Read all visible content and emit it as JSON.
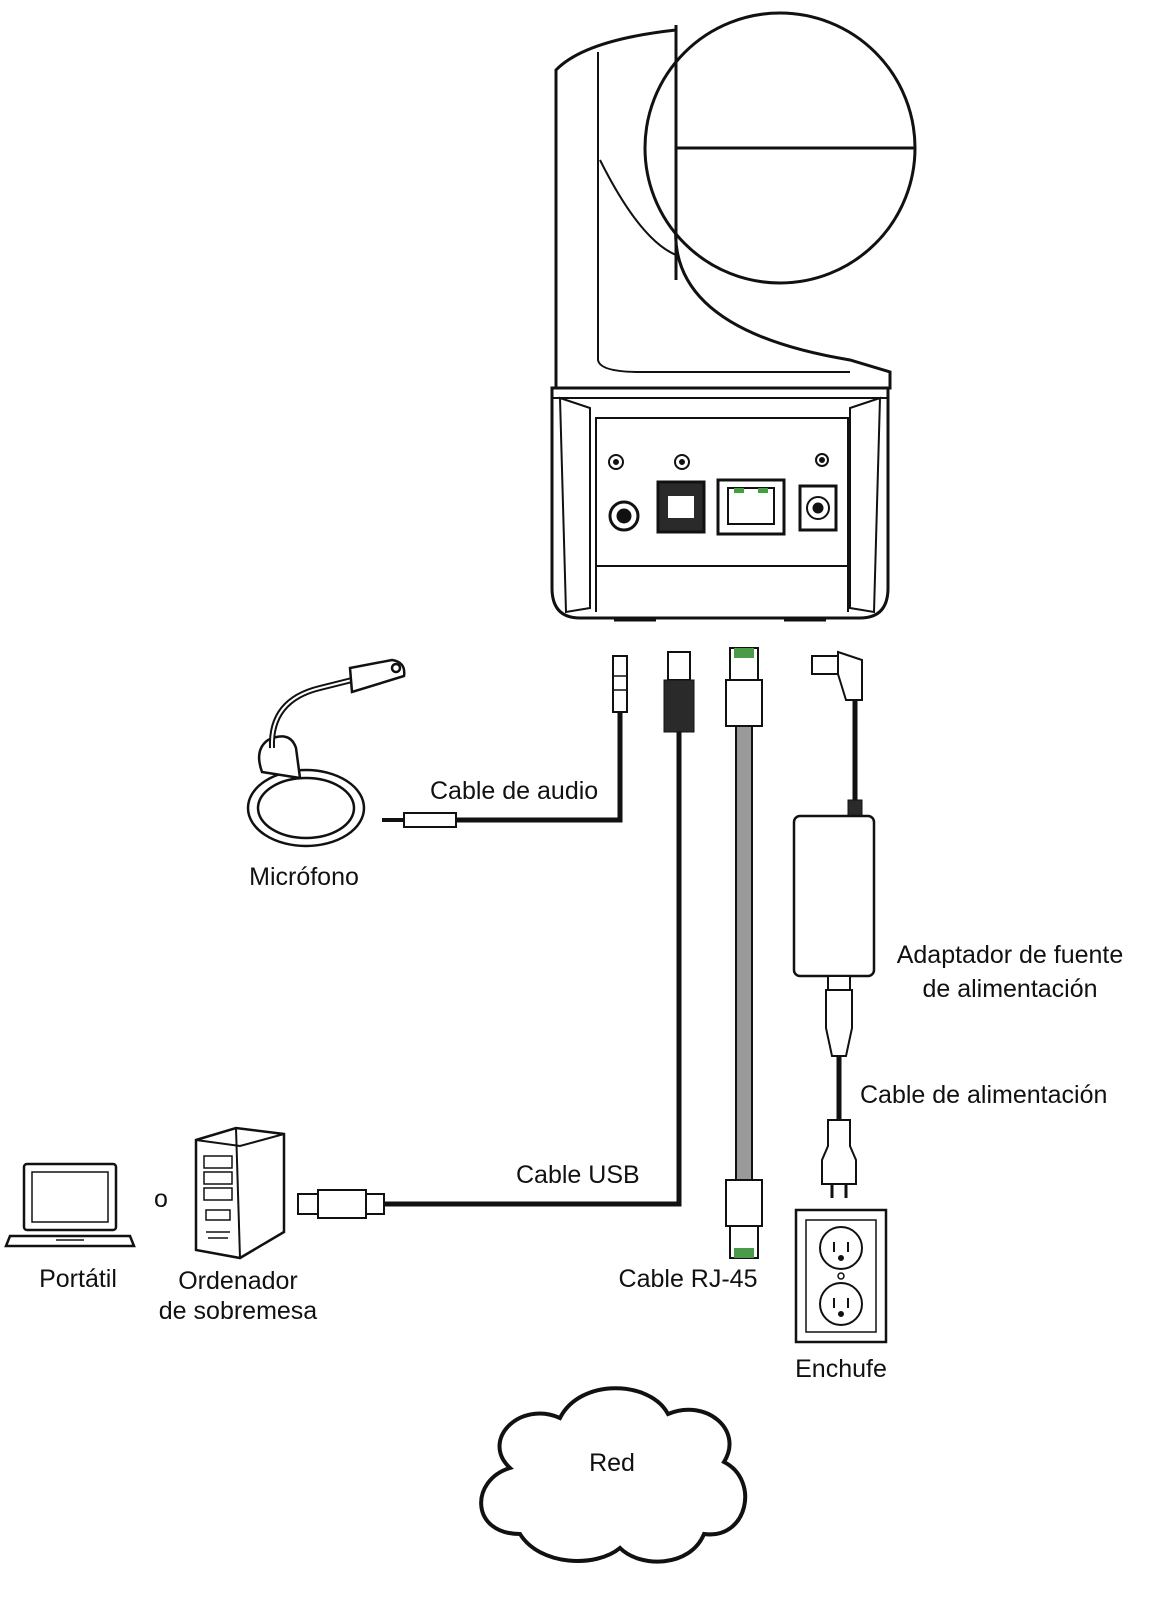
{
  "labels": {
    "audio_cable": "Cable de audio",
    "microphone": "Micrófono",
    "power_adapter_line1": "Adaptador de fuente",
    "power_adapter_line2": "de alimentación",
    "power_cable": "Cable de alimentación",
    "usb_cable": "Cable USB",
    "or": "o",
    "laptop": "Portátil",
    "desktop_line1": "Ordenador",
    "desktop_line2": "de sobremesa",
    "rj45_cable": "Cable RJ-45",
    "outlet": "Enchufe",
    "network": "Red"
  },
  "colors": {
    "line": "#111111",
    "cable_gray": "#9a9a9a",
    "ethernet_green": "#4a9a4a",
    "fill_light": "#ffffff",
    "fill_dark": "#2a2a2a"
  }
}
